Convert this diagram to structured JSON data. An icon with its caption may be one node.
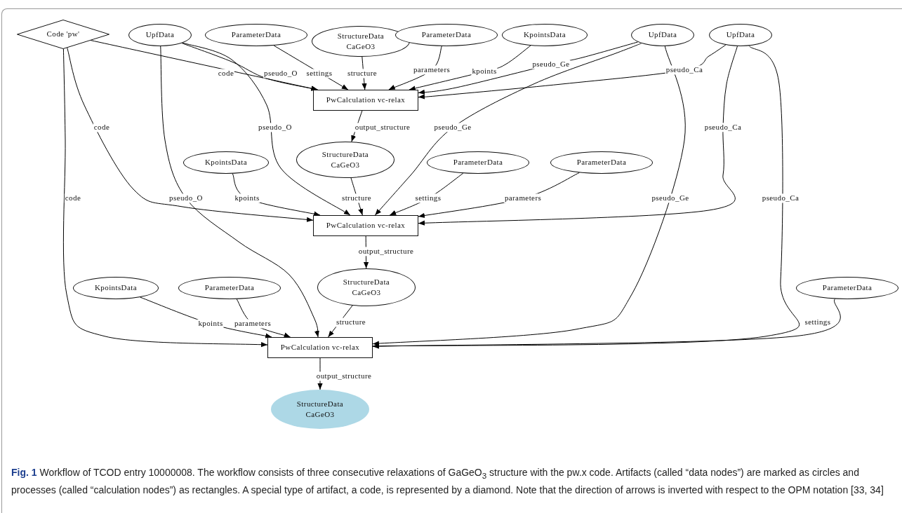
{
  "diagram": {
    "caption": "**Fig. 1** Workflow of TCOD entry 10000008. The workflow consists of three consecutive relaxations of GaGeO$_{3}$ structure with the pw.x code. Artifacts (called “data nodes”) are marked as circles and processes (called “calculation nodes”) as rectangles. A special type of artifact, a code, is represented by a diamond. Note that the direction of arrows is inverted with respect to the OPM notation [33, 34]",
    "nodes": [
      {
        "text": [
          "Code 'pw'"
        ]
      },
      {
        "text": [
          "UpfData"
        ]
      },
      {
        "text": [
          "ParameterData"
        ]
      },
      {
        "text": [
          "StructureData CaGeO3"
        ]
      },
      {
        "text": [
          "ParameterData"
        ]
      },
      {
        "text": [
          "KpointsData"
        ]
      },
      {
        "text": [
          "UpfData"
        ]
      },
      {
        "text": [
          "UpfData"
        ]
      },
      {
        "text": [
          "PwCalculation vc-relax"
        ]
      },
      {
        "text": [
          "KpointsData"
        ]
      },
      {
        "text": [
          "StructureData CaGeO3"
        ]
      },
      {
        "text": [
          "ParameterData"
        ]
      },
      {
        "text": [
          "ParameterData"
        ]
      },
      {
        "text": [
          "PwCalculation vc-relax"
        ]
      },
      {
        "text": [
          "KpointsData"
        ]
      },
      {
        "text": [
          "ParameterData"
        ]
      },
      {
        "text": [
          "StructureData CaGeO3"
        ]
      },
      {
        "text": [
          "ParameterData"
        ]
      },
      {
        "text": [
          "PwCalculation vc-relax"
        ]
      },
      {
        "text": [
          "StructureData CaGeO3"
        ]
      }
    ],
    "edges": [
      {
        "from": 0,
        "to": 8,
        "arrow": "to",
        "label": "code"
      },
      {
        "from": 1,
        "to": 8,
        "arrow": "to",
        "label": "pseudo_O"
      },
      {
        "from": 2,
        "to": 8,
        "arrow": "to",
        "label": "settings"
      },
      {
        "from": 3,
        "to": 8,
        "arrow": "to",
        "label": "structure"
      },
      {
        "from": 4,
        "to": 8,
        "arrow": "to",
        "label": "parameters"
      },
      {
        "from": 5,
        "to": 8,
        "arrow": "to",
        "label": "kpoints"
      },
      {
        "from": 6,
        "to": 8,
        "arrow": "to",
        "label": "pseudo_Ge"
      },
      {
        "from": 7,
        "to": 8,
        "arrow": "to",
        "label": "pseudo_Ca"
      },
      {
        "from": 8,
        "to": 10,
        "arrow": "to",
        "label": "output_structure"
      },
      {
        "from": 0,
        "to": 13,
        "arrow": "to",
        "label": "code"
      },
      {
        "from": 1,
        "to": 13,
        "arrow": "to",
        "label": "pseudo_O"
      },
      {
        "from": 9,
        "to": 13,
        "arrow": "to",
        "label": "kpoints"
      },
      {
        "from": 10,
        "to": 13,
        "arrow": "to",
        "label": "structure"
      },
      {
        "from": 11,
        "to": 13,
        "arrow": "to",
        "label": "settings"
      },
      {
        "from": 12,
        "to": 13,
        "arrow": "to",
        "label": "parameters"
      },
      {
        "from": 6,
        "to": 13,
        "arrow": "to",
        "label": "pseudo_Ge"
      },
      {
        "from": 7,
        "to": 13,
        "arrow": "to",
        "label": "pseudo_Ca"
      },
      {
        "from": 13,
        "to": 16,
        "arrow": "to",
        "label": "output_structure"
      },
      {
        "from": 0,
        "to": 18,
        "arrow": "to",
        "label": "code"
      },
      {
        "from": 1,
        "to": 18,
        "arrow": "to",
        "label": "pseudo_O"
      },
      {
        "from": 14,
        "to": 18,
        "arrow": "to",
        "label": "kpoints"
      },
      {
        "from": 15,
        "to": 18,
        "arrow": "to",
        "label": "parameters"
      },
      {
        "from": 16,
        "to": 18,
        "arrow": "to",
        "label": "structure"
      },
      {
        "from": 17,
        "to": 18,
        "arrow": "to",
        "label": "settings"
      },
      {
        "from": 6,
        "to": 18,
        "arrow": "to",
        "label": "pseudo_Ge"
      },
      {
        "from": 7,
        "to": 18,
        "arrow": "to",
        "label": "pseudo_Ca"
      },
      {
        "from": 18,
        "to": 19,
        "arrow": "to",
        "label": "output_structure"
      }
    ]
  }
}
